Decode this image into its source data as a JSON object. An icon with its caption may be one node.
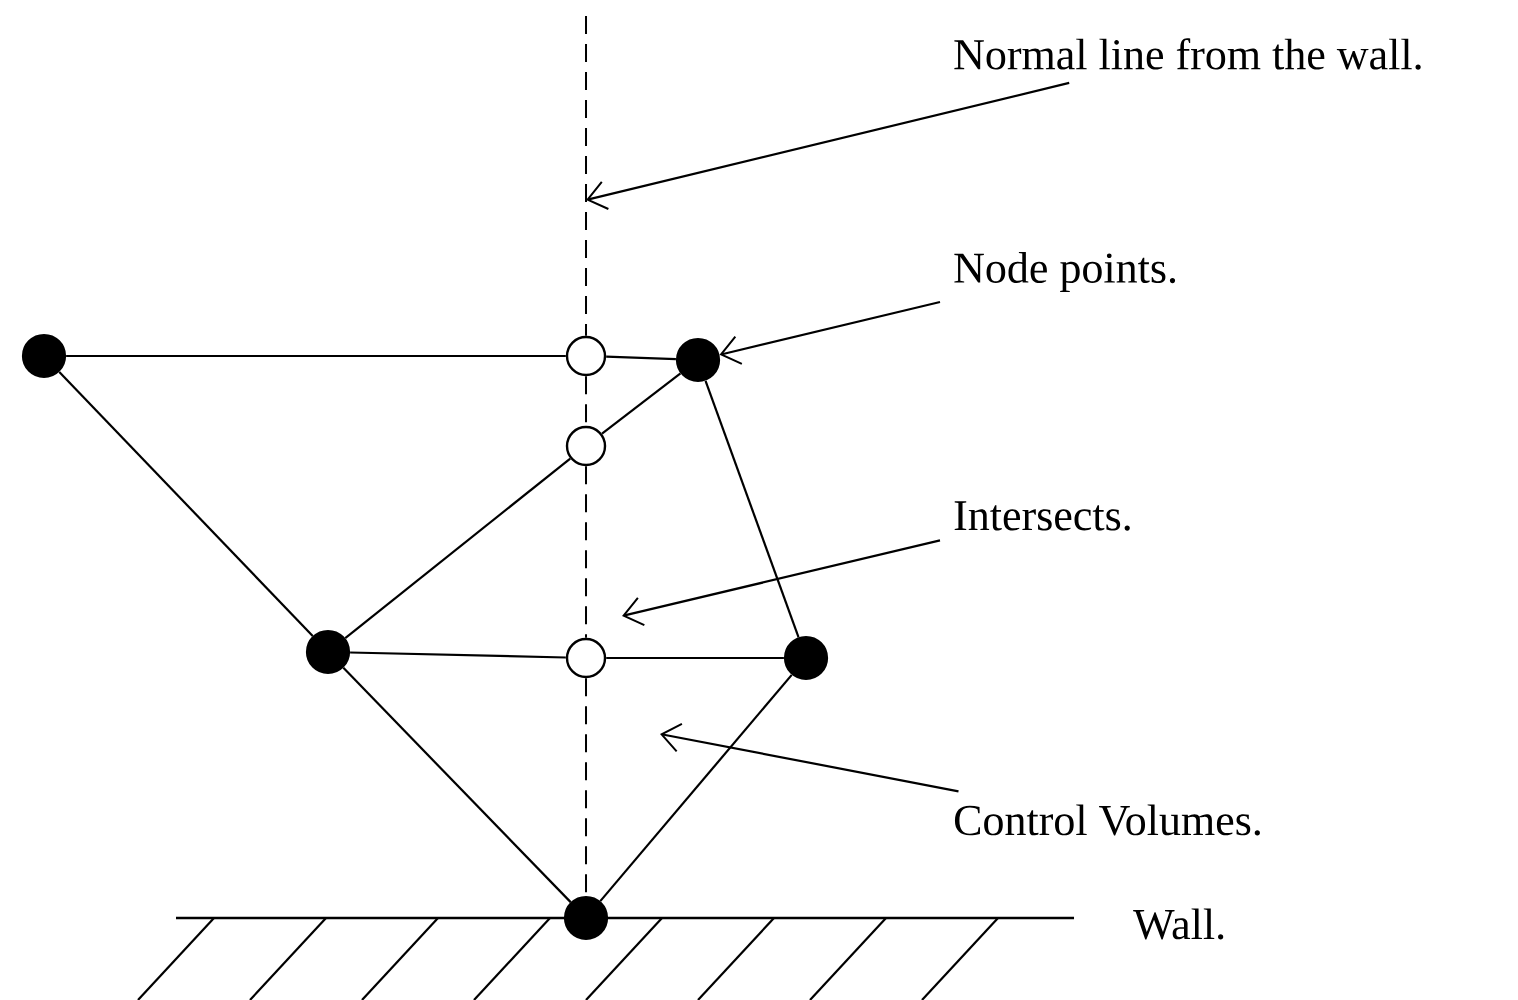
{
  "diagram": {
    "nodes": [
      {
        "text": [
          "Normal line from the wall."
        ]
      },
      {
        "text": [
          "Node points."
        ]
      },
      {
        "text": [
          "Intersects."
        ]
      },
      {
        "text": [
          "Control Volumes."
        ]
      },
      {
        "text": [],
        "shape": "circle"
      },
      {
        "text": [],
        "shape": "circle"
      },
      {
        "text": [],
        "shape": "circle"
      },
      {
        "text": [],
        "shape": "circle"
      },
      {
        "text": [],
        "shape": "circle"
      },
      {
        "text": [],
        "shape": "circle"
      },
      {
        "text": [],
        "shape": "circle"
      },
      {
        "text": [],
        "shape": "circle"
      }
    ],
    "edges": [
      {
        "from": 0,
        "to": null,
        "arrow": "to"
      },
      {
        "from": 1,
        "to": 6,
        "arrow": "to"
      },
      {
        "from": 2,
        "to": null,
        "arrow": "to"
      },
      {
        "from": 3,
        "to": null,
        "arrow": "to"
      },
      {
        "from": null,
        "to": 5,
        "arrow": "none",
        "style": "dashed"
      },
      {
        "from": 5,
        "to": 7,
        "arrow": "none",
        "style": "dashed"
      },
      {
        "from": 7,
        "to": 9,
        "arrow": "none",
        "style": "dashed"
      },
      {
        "from": 9,
        "to": 11,
        "arrow": "none",
        "style": "dashed"
      },
      {
        "from": 4,
        "to": 5,
        "arrow": "none"
      },
      {
        "from": 5,
        "to": 6,
        "arrow": "none"
      },
      {
        "from": 6,
        "to": 7,
        "arrow": "none"
      },
      {
        "from": 7,
        "to": 8,
        "arrow": "none"
      },
      {
        "from": 4,
        "to": 8,
        "arrow": "none"
      },
      {
        "from": 6,
        "to": 10,
        "arrow": "none"
      },
      {
        "from": 8,
        "to": 9,
        "arrow": "none"
      },
      {
        "from": 9,
        "to": 10,
        "arrow": "none"
      },
      {
        "from": 8,
        "to": 11,
        "arrow": "none"
      },
      {
        "from": 11,
        "to": 10,
        "arrow": "none"
      }
    ],
    "labels": [
      "Wall."
    ]
  }
}
